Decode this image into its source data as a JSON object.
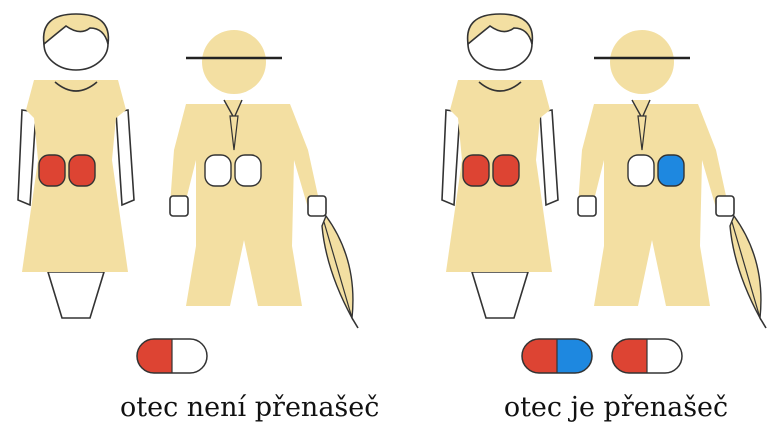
{
  "colors": {
    "skin": "#F3DFA2",
    "outline": "#333333",
    "red": "#DD4433",
    "blue": "#1E88E0",
    "white": "#FFFFFF"
  },
  "panels": [
    {
      "caption": "otec není přenašeč",
      "mother_pair": [
        "red",
        "red"
      ],
      "father_pair": [
        "white",
        "white"
      ],
      "offspring": [
        [
          "red",
          "white"
        ]
      ]
    },
    {
      "caption": "otec je přenašeč",
      "mother_pair": [
        "red",
        "red"
      ],
      "father_pair": [
        "white",
        "blue"
      ],
      "offspring": [
        [
          "red",
          "blue"
        ],
        [
          "red",
          "white"
        ]
      ]
    }
  ]
}
